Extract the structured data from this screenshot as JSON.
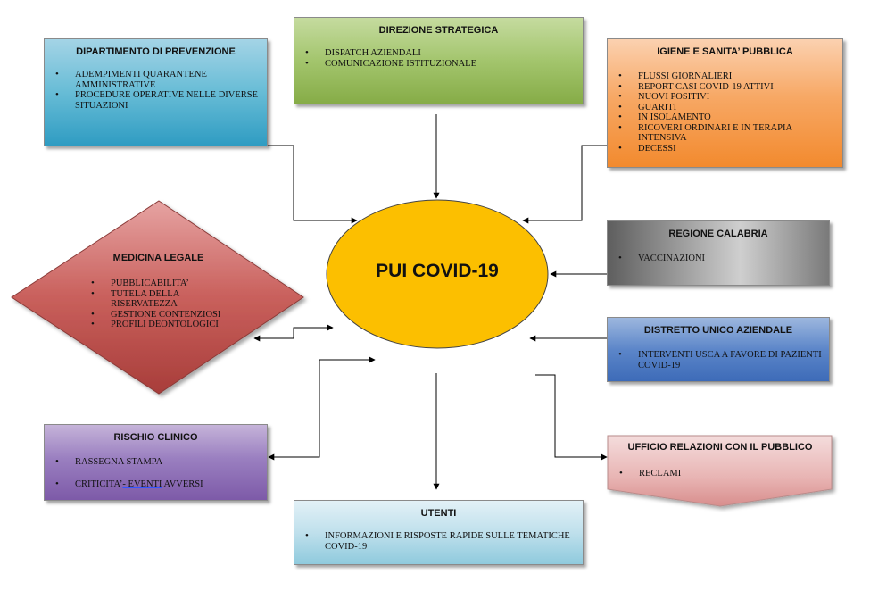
{
  "center": {
    "label": "PUI COVID-19",
    "fill": "#fcbf00"
  },
  "boxes": {
    "dipartimento": {
      "title": "DIPARTIMENTO DI PREVENZIONE",
      "items": [
        "ADEMPIMENTI QUARANTENE AMMINISTRATIVE",
        "PROCEDURE OPERATIVE NELLE DIVERSE SITUAZIONI"
      ],
      "color": "#4bacc6"
    },
    "direzione": {
      "title": "DIREZIONE STRATEGICA",
      "items": [
        "DISPATCH AZIENDALI",
        "COMUNICAZIONE ISTITUZIONALE"
      ],
      "color": "#9bbb59"
    },
    "igiene": {
      "title": "IGIENE E SANITA’ PUBBLICA",
      "items": [
        "FLUSSI GIORNALIERI",
        "REPORT CASI COVID-19 ATTIVI",
        "NUOVI POSITIVI",
        "GUARITI",
        "IN ISOLAMENTO",
        "RICOVERI ORDINARI E IN TERAPIA INTENSIVA",
        "DECESSI"
      ],
      "color": "#f79646"
    },
    "regione": {
      "title": "REGIONE CALABRIA",
      "items": [
        "VACCINAZIONI"
      ],
      "color": "#7f7f7f"
    },
    "distretto": {
      "title": "DISTRETTO UNICO AZIENDALE",
      "items": [
        "INTERVENTI USCA A FAVORE DI PAZIENTI COVID-19"
      ],
      "color": "#4f81bd"
    },
    "medicina": {
      "title": "MEDICINA LEGALE",
      "items": [
        "PUBBLICABILITA’",
        "TUTELA DELLA RISERVATEZZA",
        "GESTIONE CONTENZIOSI",
        "PROFILI DEONTOLOGICI"
      ],
      "color": "#c0504d"
    },
    "rischio": {
      "title": "RISCHIO CLINICO",
      "item_1": "RASSEGNA STAMPA",
      "item_2_prefix": "CRITICITA’",
      "item_2_underlined": "- EVENTI",
      "item_2_suffix": " AVVERSI",
      "color": "#8064a2"
    },
    "utenti": {
      "title": "UTENTI",
      "items": [
        "INFORMAZIONI E RISPOSTE RAPIDE SULLE TEMATICHE COVID-19"
      ],
      "color": "#b7dee8"
    },
    "urp": {
      "title": "UFFICIO RELAZIONI CON IL PUBBLICO",
      "items": [
        "RECLAMI"
      ],
      "color": "#e6b9b8"
    }
  }
}
